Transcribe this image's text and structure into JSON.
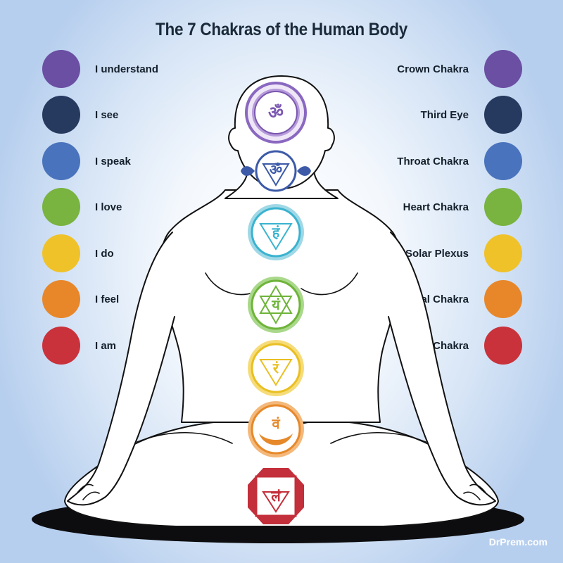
{
  "title": "The 7 Chakras of the Human Body",
  "credit": "DrPrem.com",
  "affirmations": [
    "I understand",
    "I see",
    "I speak",
    "I love",
    "I do",
    "I feel",
    "I am"
  ],
  "chakra_names": [
    "Crown Chakra",
    "Third Eye",
    "Throat Chakra",
    "Heart Chakra",
    "Solar Plexus",
    "Sacral Chakra",
    "Root Chakra"
  ],
  "colors": [
    "#6b4fa3",
    "#26395f",
    "#4a73bd",
    "#79b340",
    "#efc22a",
    "#e8872a",
    "#c9323b"
  ],
  "seed_symbols": {
    "crown": "ॐ",
    "third_eye": "ॐ",
    "throat": "हं",
    "heart": "यं",
    "solar_plexus": "रं",
    "sacral": "वं",
    "root": "लं"
  },
  "glyph_colors": {
    "crown": "#7a56b0",
    "third_eye": "#3c5aa8",
    "throat": "#3ab3cf",
    "heart": "#6fb43a",
    "solar_plexus": "#e9bf22",
    "sacral": "#e6892a",
    "root": "#c32f3a"
  }
}
